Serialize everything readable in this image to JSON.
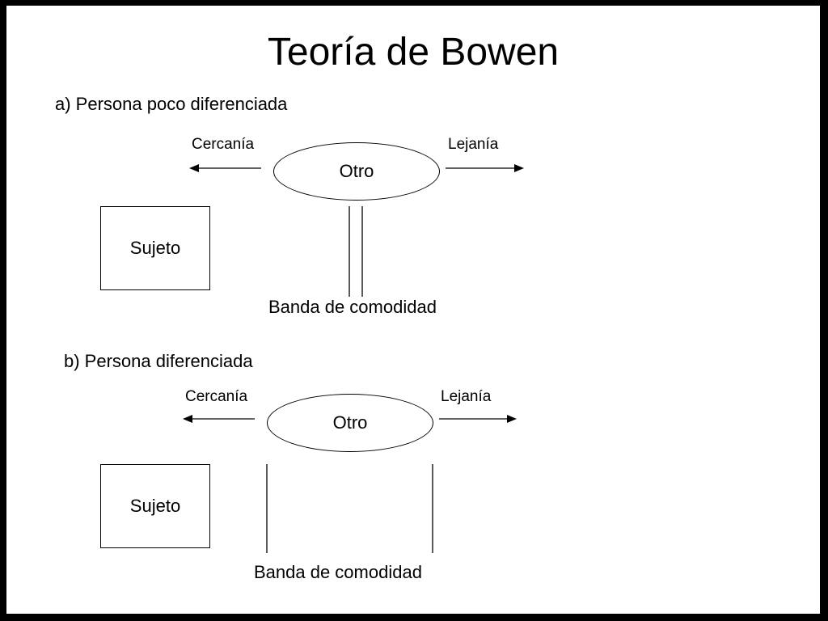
{
  "title": "Teoría de Bowen",
  "sections": [
    {
      "heading": "a) Persona poco diferenciada",
      "left_label": "Cercanía",
      "right_label": "Lejanía",
      "oval_label": "Otro",
      "box_label": "Sujeto",
      "band_label": "Banda de comodidad",
      "band_type": "narrow"
    },
    {
      "heading": "b) Persona diferenciada",
      "left_label": "Cercanía",
      "right_label": "Lejanía",
      "oval_label": "Otro",
      "box_label": "Sujeto",
      "band_label": "Banda de comodidad",
      "band_type": "wide"
    }
  ],
  "colors": {
    "frame": "#000000",
    "background": "#ffffff",
    "ink": "#000000"
  }
}
